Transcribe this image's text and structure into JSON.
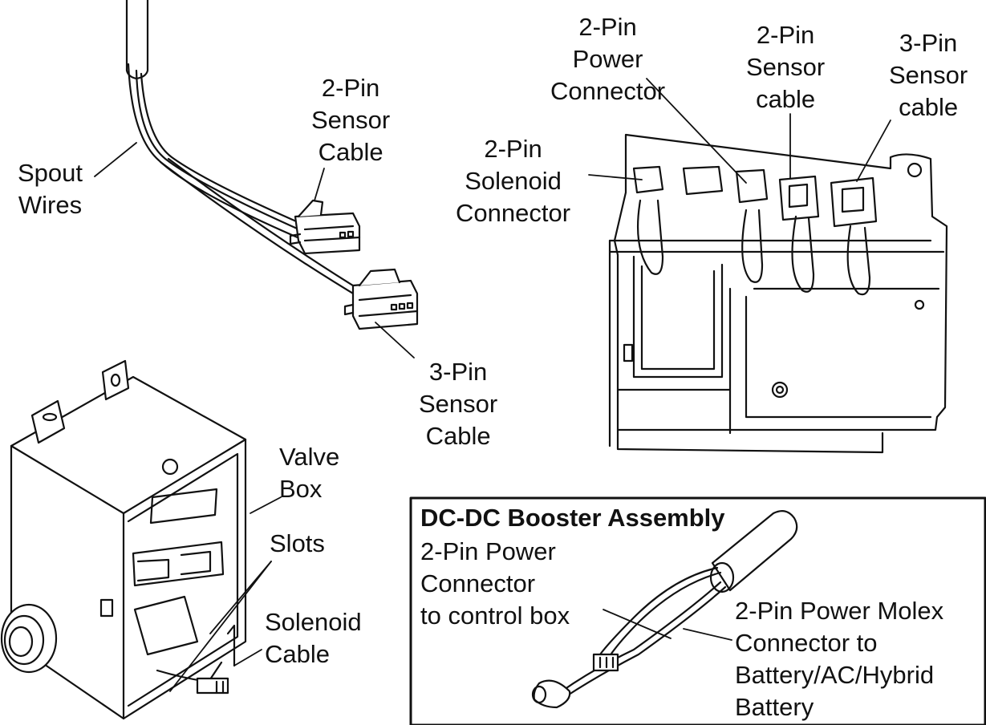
{
  "labels": {
    "spout_wires": [
      "Spout",
      "Wires"
    ],
    "sensor_2pin_cable": [
      "2-Pin",
      "Sensor",
      "Cable"
    ],
    "sensor_3pin_cable": [
      "3-Pin",
      "Sensor",
      "Cable"
    ],
    "power_connector_2pin": [
      "2-Pin",
      "Power",
      "Connector"
    ],
    "sensor_cable_2pin_lower": [
      "2-Pin",
      "Sensor",
      "cable"
    ],
    "sensor_cable_3pin_lower": [
      "3-Pin",
      "Sensor",
      "cable"
    ],
    "solenoid_connector_2pin": [
      "2-Pin",
      "Solenoid",
      "Connector"
    ],
    "valve_box": [
      "Valve",
      "Box"
    ],
    "slots": [
      "Slots"
    ],
    "solenoid_cable": [
      "Solenoid",
      "Cable"
    ]
  },
  "booster": {
    "title": "DC-DC Booster Assembly",
    "power_to_control": [
      "2-Pin Power",
      "Connector",
      "to control box"
    ],
    "molex": [
      "2-Pin Power Molex",
      "Connector to",
      "Battery/AC/Hybrid",
      "Battery"
    ]
  }
}
